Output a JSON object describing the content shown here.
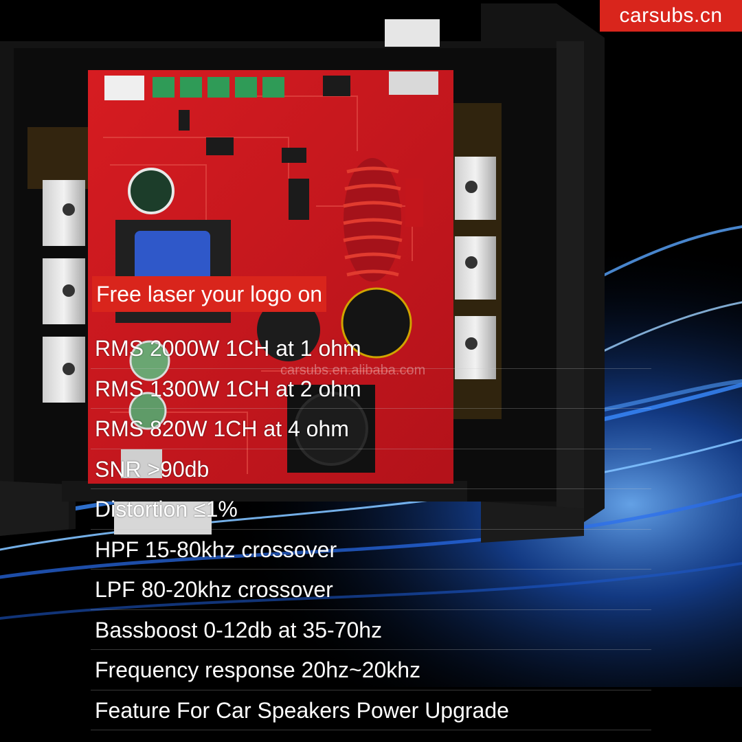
{
  "brand": {
    "label": "carsubs.cn",
    "background_color": "#d9251c"
  },
  "watermark": "carsubs.en.alibaba.com",
  "banner": {
    "text": "Free laser your logo on",
    "background_color": "#d9251c"
  },
  "specs": [
    "RMS 2000W 1CH at 1 ohm",
    "RMS 1300W 1CH at 2 ohm",
    "RMS 820W 1CH at 4 ohm",
    "SNR >90db",
    "Distortion ≤1%",
    "HPF 15-80khz crossover",
    "LPF 80-20khz crossover",
    "Bassboost 0-12db at 35-70hz",
    "Frequency response 20hz~20khz",
    "Feature For Car Speakers Power Upgrade"
  ],
  "colors": {
    "pcb_red": "#c8161b",
    "chassis_black": "#1a1a1a",
    "light_blue": "#2f7dff"
  }
}
